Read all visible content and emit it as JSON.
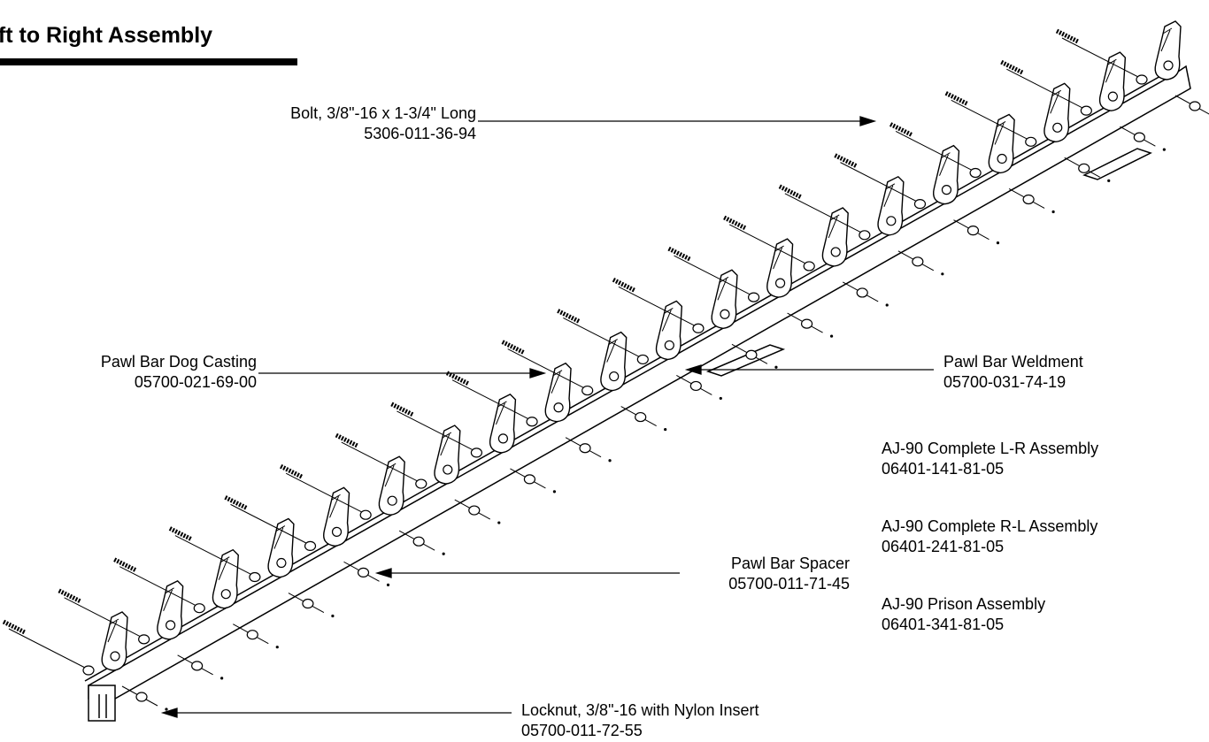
{
  "title": "eft to Right Assembly",
  "callouts": {
    "bolt": {
      "name": "Bolt, 3/8\"-16 x 1-3/4\" Long",
      "part": "5306-011-36-94"
    },
    "dog": {
      "name": "Pawl Bar Dog Casting",
      "part": "05700-021-69-00"
    },
    "weldment": {
      "name": "Pawl Bar Weldment",
      "part": "05700-031-74-19"
    },
    "spacer": {
      "name": "Pawl Bar Spacer",
      "part": "05700-011-71-45"
    },
    "locknut": {
      "name": "Locknut, 3/8\"-16 with Nylon Insert",
      "part": "05700-011-72-55"
    }
  },
  "assemblies": [
    {
      "name": "AJ-90 Complete L-R Assembly",
      "part": "06401-141-81-05"
    },
    {
      "name": "AJ-90 Complete R-L Assembly",
      "part": "06401-241-81-05"
    },
    {
      "name": "AJ-90 Prison Assembly",
      "part": "06401-341-81-05"
    }
  ]
}
